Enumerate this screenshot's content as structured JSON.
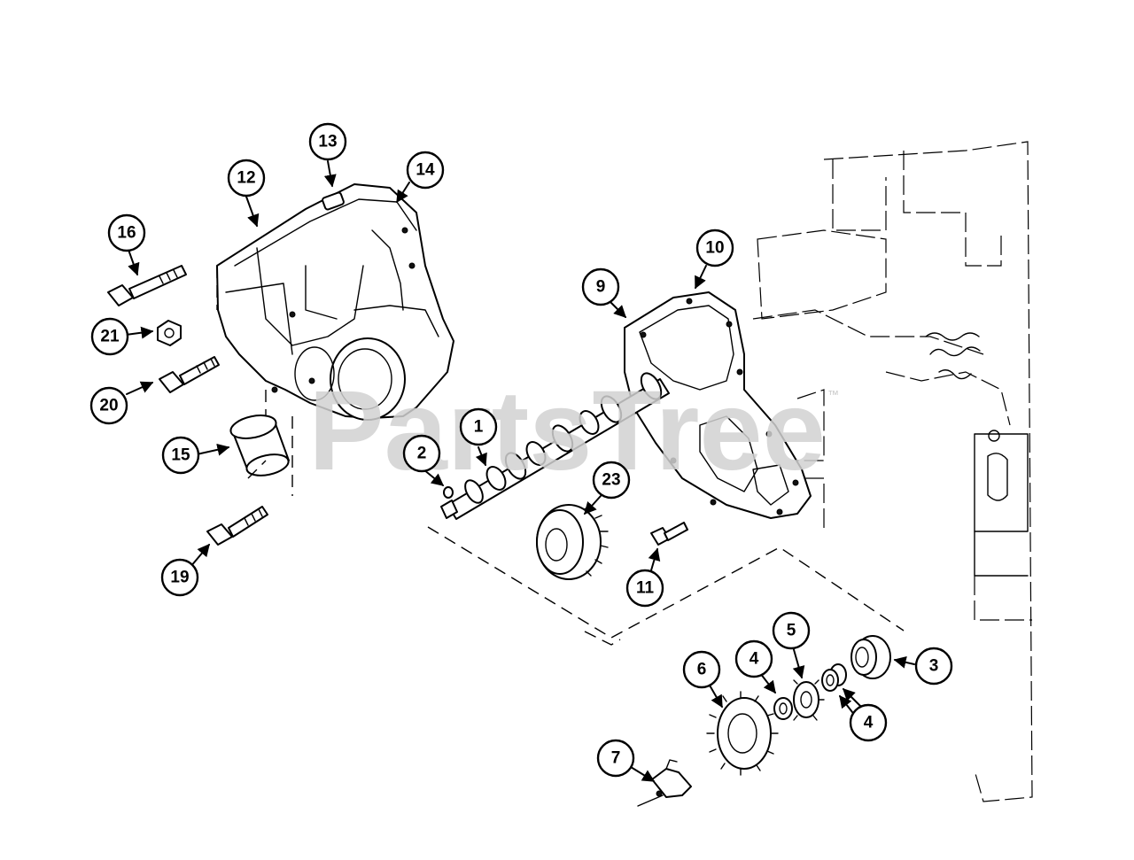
{
  "watermark": {
    "text": "PartsTree",
    "trademark": "™"
  },
  "callouts": [
    {
      "id": "c1",
      "label": "1"
    },
    {
      "id": "c2",
      "label": "2"
    },
    {
      "id": "c3",
      "label": "3"
    },
    {
      "id": "c4a",
      "label": "4"
    },
    {
      "id": "c4b",
      "label": "4"
    },
    {
      "id": "c5",
      "label": "5"
    },
    {
      "id": "c6",
      "label": "6"
    },
    {
      "id": "c7",
      "label": "7"
    },
    {
      "id": "c9",
      "label": "9"
    },
    {
      "id": "c10",
      "label": "10"
    },
    {
      "id": "c11",
      "label": "11"
    },
    {
      "id": "c12",
      "label": "12"
    },
    {
      "id": "c13",
      "label": "13"
    },
    {
      "id": "c14",
      "label": "14"
    },
    {
      "id": "c15",
      "label": "15"
    },
    {
      "id": "c16",
      "label": "16"
    },
    {
      "id": "c19",
      "label": "19"
    },
    {
      "id": "c20",
      "label": "20"
    },
    {
      "id": "c21",
      "label": "21"
    },
    {
      "id": "c23",
      "label": "23"
    }
  ]
}
